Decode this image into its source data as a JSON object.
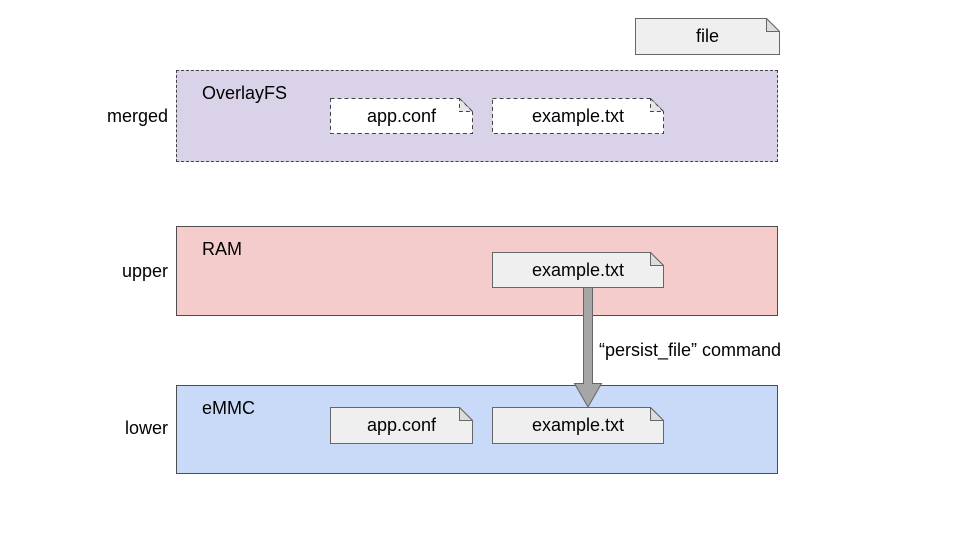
{
  "legend": {
    "label": "file"
  },
  "layers": [
    {
      "side_label": "merged",
      "title": "OverlayFS",
      "files": [
        "app.conf",
        "example.txt"
      ]
    },
    {
      "side_label": "upper",
      "title": "RAM",
      "files": [
        "example.txt"
      ]
    },
    {
      "side_label": "lower",
      "title": "eMMC",
      "files": [
        "app.conf",
        "example.txt"
      ]
    }
  ],
  "arrow": {
    "label": "“persist_file” command"
  },
  "colors": {
    "merged_fill": "#d9d2e9",
    "upper_fill": "#f4cccc",
    "lower_fill": "#c9daf8",
    "file_white_fill": "#ffffff",
    "file_gray_fill": "#efefef",
    "file_border": "#666666",
    "dashed_border": "#434343",
    "box_border": "#4d4d4d",
    "arrow_fill": "#a6a6a6",
    "arrow_border": "#666666",
    "text": "#000000"
  }
}
